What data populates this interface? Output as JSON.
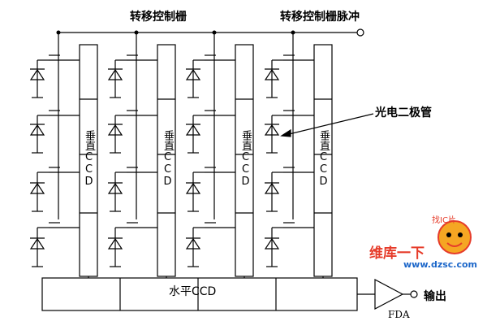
{
  "labels": {
    "transfer_gate": "转移控制栅",
    "transfer_gate_pulse": "转移控制栅脉冲",
    "photodiode": "光电二极管",
    "vertical_ccd": "垂直CCD",
    "horizontal_ccd": "水平CCD",
    "output": "输出",
    "fda": "FDA"
  },
  "watermark": {
    "brand": "维库一下",
    "url": "www.dzsc.com",
    "logo_text": "找IC片"
  },
  "colors": {
    "line": "#000000",
    "background": "#ffffff",
    "watermark_red": "#e63c2a",
    "watermark_blue": "#1b66c9",
    "watermark_orange": "#f5a623"
  }
}
